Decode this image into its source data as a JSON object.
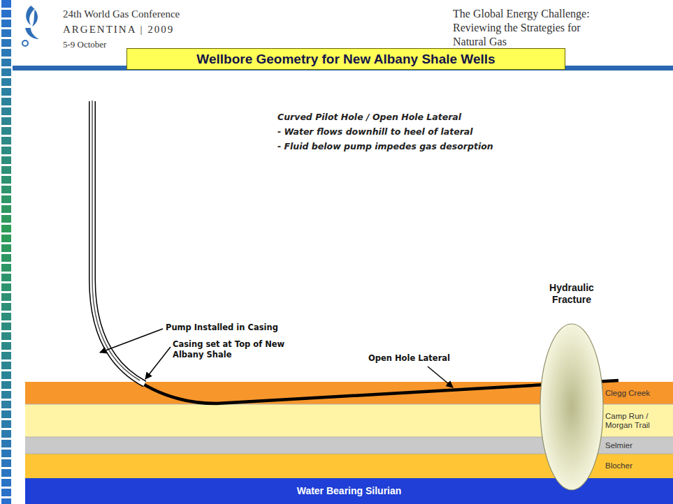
{
  "diagram": {
    "title": "Wellbore Geometry for New Albany Shale Wells",
    "nodes": [
      {
        "text": [
          "Hydraulic Fracture"
        ]
      },
      {
        "text": [
          "Clegg Creek"
        ]
      },
      {
        "text": [
          "Camp Run / Morgan Trail"
        ]
      },
      {
        "text": [
          "Selmier"
        ]
      },
      {
        "text": [
          "Blocher"
        ]
      },
      {
        "text": [
          "Water Bearing Silurian"
        ]
      }
    ],
    "labels": [
      "24th World Gas Conference",
      "ARGENTINA | 2009",
      "5-9 October",
      "The Global Energy Challenge: Reviewing the Strategies for Natural Gas",
      "Curved Pilot Hole / Open Hole Lateral",
      "- Water flows downhill to heel of lateral",
      "- Fluid below pump impedes gas desorption",
      "Pump Installed in Casing",
      "Casing set at Top of New Albany Shale",
      "Open Hole Lateral"
    ]
  }
}
